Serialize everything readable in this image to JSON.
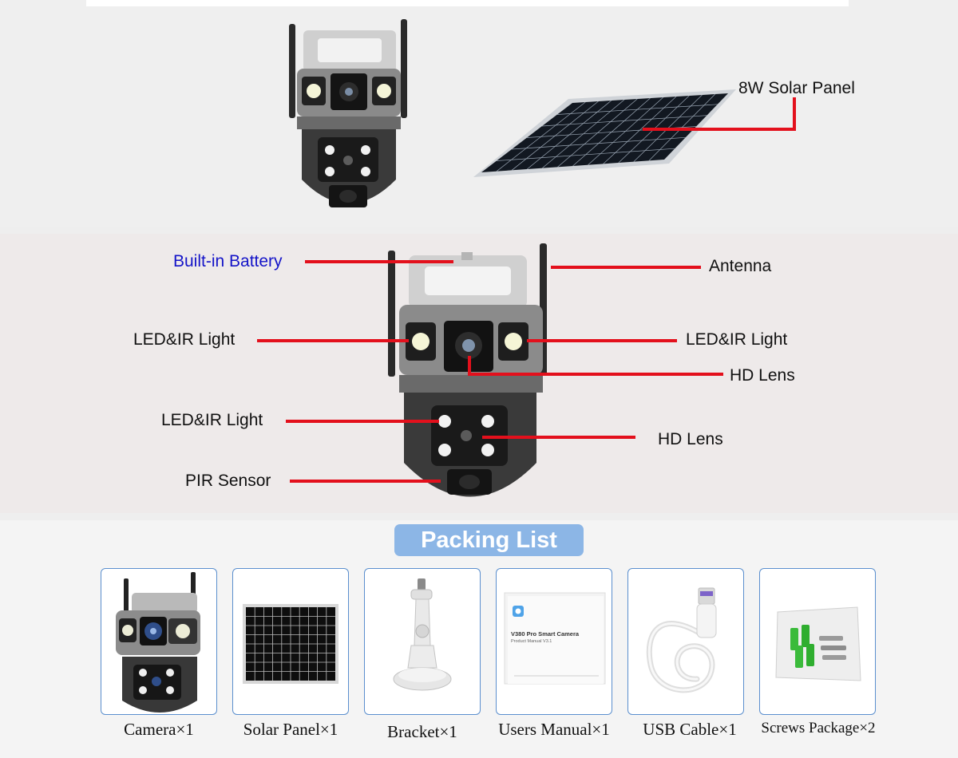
{
  "top": {
    "solar_panel_label": "8W Solar Panel"
  },
  "callouts": {
    "built_in_battery": "Built-in Battery",
    "antenna": "Antenna",
    "led_ir_left_upper": "LED&IR Light",
    "led_ir_right_upper": "LED&IR Light",
    "hd_lens_upper": "HD Lens",
    "led_ir_left_lower": "LED&IR Light",
    "hd_lens_lower": "HD Lens",
    "pir_sensor": "PIR Sensor"
  },
  "packing": {
    "title": "Packing List",
    "items": [
      {
        "label": "Camera×1",
        "icon": "camera-icon"
      },
      {
        "label": "Solar Panel×1",
        "icon": "solar-panel-icon"
      },
      {
        "label": "Bracket×1",
        "icon": "bracket-icon"
      },
      {
        "label": "Users Manual×1",
        "icon": "manual-icon"
      },
      {
        "label": "USB Cable×1",
        "icon": "usb-cable-icon"
      },
      {
        "label": "Screws Package×2",
        "icon": "screws-icon"
      }
    ],
    "manual": {
      "title": "V380 Pro Smart Camera",
      "subtitle": "Product Manual V3.1"
    }
  },
  "colors": {
    "callout_line": "#e3101c",
    "battery_label": "#1414c8",
    "card_border": "#5b8fce",
    "packing_badge": "#8cb6e6"
  }
}
